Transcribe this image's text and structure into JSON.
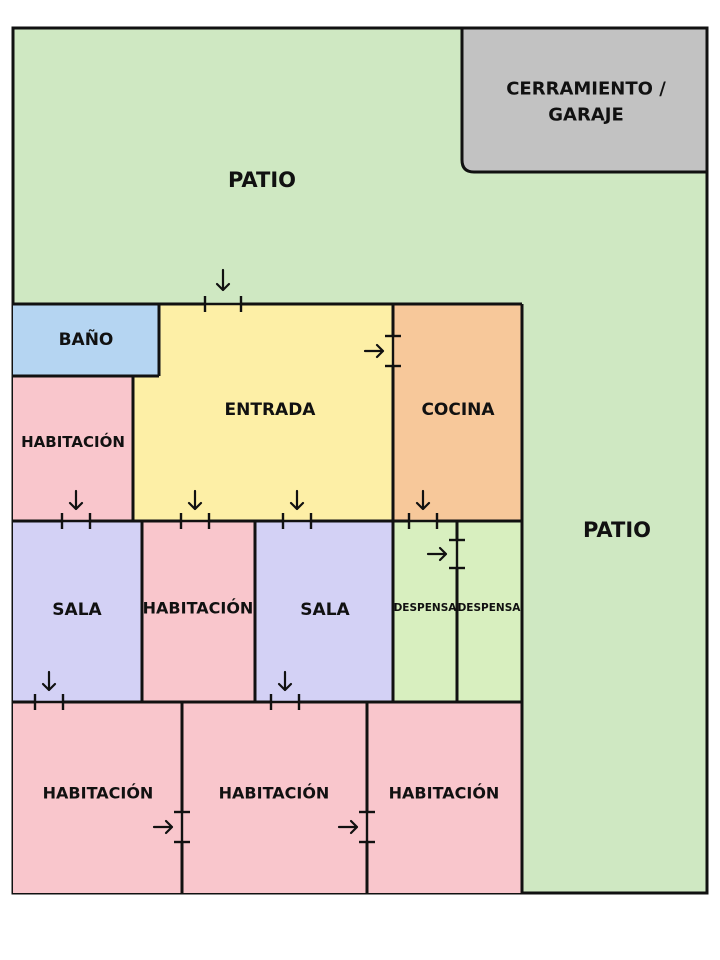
{
  "plan": {
    "colors": {
      "patio": "#cfe8c2",
      "garage": "#c2c2c2",
      "bathroom": "#b5d5f2",
      "entrance": "#fdefa6",
      "kitchen": "#f7c89a",
      "bedroom": "#f9c6cc",
      "living": "#d3d1f5",
      "pantry": "#d8efbf",
      "wall": "#111111"
    },
    "rooms": {
      "patio_top": "PATIO",
      "patio_right": "PATIO",
      "garage_line1": "CERRAMIENTO /",
      "garage_line2": "GARAJE",
      "bathroom": "BAÑO",
      "bedroom_left": "HABITACIÓN",
      "entrance": "ENTRADA",
      "kitchen": "COCINA",
      "living_left": "SALA",
      "bedroom_middle": "HABITACIÓN",
      "living_middle": "SALA",
      "pantry_1": "DESPENSA",
      "pantry_2": "DESPENSA",
      "bedroom_bottom_left": "HABITACIÓN",
      "bedroom_bottom_middle": "HABITACIÓN",
      "bedroom_bottom_right": "HABITACIÓN"
    }
  }
}
